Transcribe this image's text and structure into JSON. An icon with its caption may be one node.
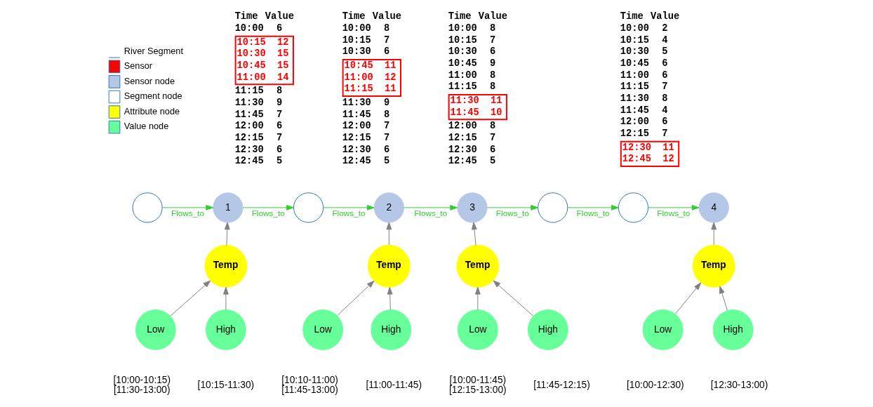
{
  "diagram": {
    "nodes": [
      {
        "text": [],
        "shape": "circle"
      },
      {
        "text": [
          "1"
        ]
      },
      {
        "text": [],
        "shape": "circle"
      },
      {
        "text": [
          "2"
        ]
      },
      {
        "text": [
          "3"
        ]
      },
      {
        "text": [],
        "shape": "circle"
      },
      {
        "text": [],
        "shape": "circle"
      },
      {
        "text": [
          "4"
        ]
      },
      {
        "text": [
          "Temp"
        ]
      },
      {
        "text": [
          "Temp"
        ]
      },
      {
        "text": [
          "Temp"
        ]
      },
      {
        "text": [
          "Temp"
        ]
      },
      {
        "text": [
          "Low"
        ],
        "beside": [
          "[10:00-10:15)",
          "[11:30-13:00)"
        ]
      },
      {
        "text": [
          "High"
        ],
        "beside": [
          "[10:15-11:30)"
        ]
      },
      {
        "text": [
          "Low"
        ],
        "beside": [
          "[10:10-11:00)",
          "[11:45-13:00)"
        ]
      },
      {
        "text": [
          "High"
        ],
        "beside": [
          "[11:00-11:45)"
        ]
      },
      {
        "text": [
          "Low"
        ],
        "beside": [
          "[10:00-11:45)",
          "[12:15-13:00)"
        ]
      },
      {
        "text": [
          "High"
        ],
        "beside": [
          "[11:45-12:15)"
        ]
      },
      {
        "text": [
          "Low"
        ],
        "beside": [
          "[10:00-12:30)"
        ]
      },
      {
        "text": [
          "High"
        ],
        "beside": [
          "[12:30-13:00)"
        ]
      }
    ],
    "edges": [
      {
        "from": 0,
        "to": 1,
        "arrow": "to",
        "label": "Flows_to",
        "color": "#33cc33"
      },
      {
        "from": 1,
        "to": 2,
        "arrow": "to",
        "label": "Flows_to",
        "color": "#33cc33"
      },
      {
        "from": 2,
        "to": 3,
        "arrow": "to",
        "label": "Flows_to",
        "color": "#33cc33"
      },
      {
        "from": 3,
        "to": 4,
        "arrow": "to",
        "label": "Flows_to",
        "color": "#33cc33"
      },
      {
        "from": 4,
        "to": 5,
        "arrow": "to",
        "label": "Flows_to",
        "color": "#33cc33"
      },
      {
        "from": 5,
        "to": 6,
        "arrow": "to",
        "label": "Flows_to",
        "color": "#33cc33"
      },
      {
        "from": 6,
        "to": 7,
        "arrow": "to",
        "label": "Flows_to",
        "color": "#33cc33"
      },
      {
        "from": 8,
        "to": 1,
        "arrow": "to"
      },
      {
        "from": 9,
        "to": 3,
        "arrow": "to"
      },
      {
        "from": 10,
        "to": 4,
        "arrow": "to"
      },
      {
        "from": 11,
        "to": 7,
        "arrow": "to"
      },
      {
        "from": 12,
        "to": 8,
        "arrow": "to"
      },
      {
        "from": 13,
        "to": 8,
        "arrow": "to"
      },
      {
        "from": 14,
        "to": 9,
        "arrow": "to"
      },
      {
        "from": 15,
        "to": 9,
        "arrow": "to"
      },
      {
        "from": 16,
        "to": 10,
        "arrow": "to"
      },
      {
        "from": 17,
        "to": 10,
        "arrow": "to"
      },
      {
        "from": 18,
        "to": 11,
        "arrow": "to"
      },
      {
        "from": 19,
        "to": 11,
        "arrow": "to"
      }
    ],
    "labels": [
      "Time",
      "Value",
      "10:00",
      "6",
      "10:15",
      "12",
      "10:30",
      "15",
      "10:45",
      "15",
      "11:00",
      "14",
      "11:15",
      "8",
      "11:30",
      "9",
      "11:45",
      "7",
      "12:00",
      "6",
      "12:15",
      "7",
      "12:30",
      "6",
      "12:45",
      "5",
      "Time",
      "Value",
      "10:00",
      "8",
      "10:15",
      "7",
      "10:30",
      "6",
      "10:45",
      "11",
      "11:00",
      "12",
      "11:15",
      "11",
      "11:30",
      "9",
      "11:45",
      "8",
      "12:00",
      "7",
      "12:15",
      "7",
      "12:30",
      "6",
      "12:45",
      "5",
      "Time",
      "Value",
      "10:00",
      "8",
      "10:15",
      "7",
      "10:30",
      "6",
      "10:45",
      "9",
      "11:00",
      "8",
      "11:15",
      "8",
      "11:30",
      "11",
      "11:45",
      "10",
      "12:00",
      "8",
      "12:15",
      "7",
      "12:30",
      "6",
      "12:45",
      "5",
      "Time",
      "Value",
      "10:00",
      "2",
      "10:15",
      "4",
      "10:30",
      "5",
      "10:45",
      "6",
      "11:00",
      "6",
      "11:15",
      "7",
      "11:30",
      "8",
      "11:45",
      "4",
      "12:00",
      "6",
      "12:15",
      "7",
      "12:30",
      "11",
      "12:45",
      "12"
    ],
    "legend": [
      {
        "text": "River Segment"
      },
      {
        "text": "Sensor",
        "color": "#ff0000"
      },
      {
        "text": "Sensor node",
        "color": "#b4c7e7"
      },
      {
        "text": "Segment node",
        "color": "#ffffff"
      },
      {
        "text": "Attribute node",
        "color": "#ffff00"
      },
      {
        "text": "Value node",
        "color": "#66ff99"
      }
    ]
  }
}
